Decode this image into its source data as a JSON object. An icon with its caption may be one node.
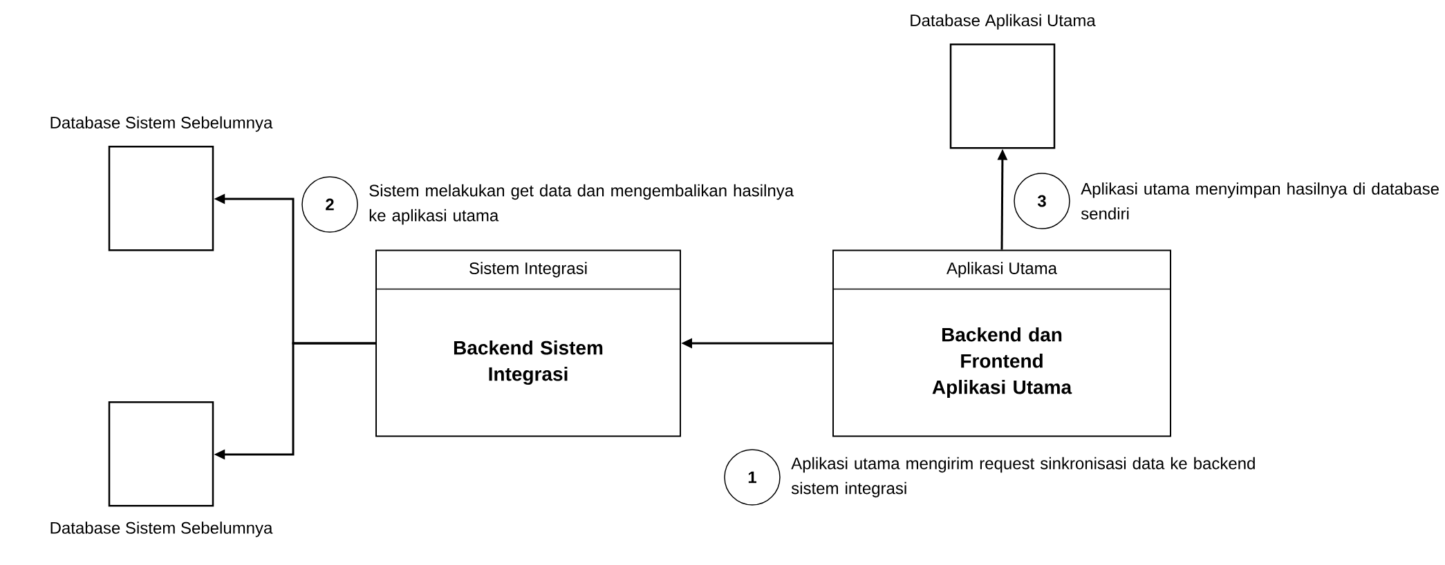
{
  "diagram": {
    "nodes": [
      {
        "text": [
          "Database Aplikasi Utama"
        ]
      },
      {
        "text": [
          "Database Sistem Sebelumnya"
        ]
      },
      {
        "text": [
          "2"
        ],
        "beside": [
          "Sistem melakukan get data dan mengembalikan hasilnya ke aplikasi utama"
        ]
      },
      {
        "text": [
          "3"
        ],
        "beside": [
          "Aplikasi utama menyimpan hasilnya di database sendiri"
        ]
      },
      {
        "text": [
          "Sistem Integrasi",
          "Backend Sistem Integrasi"
        ]
      },
      {
        "text": [
          "Aplikasi Utama",
          "Backend dan Frontend Aplikasi Utama"
        ]
      },
      {
        "text": [
          "Database Sistem Sebelumnya"
        ]
      },
      {
        "text": [
          "1"
        ],
        "beside": [
          "Aplikasi utama mengirim request sinkronisasi data ke backend sistem integrasi"
        ]
      }
    ],
    "edges": [
      {
        "from": 5,
        "to": 4,
        "arrow": "to"
      },
      {
        "from": 4,
        "to": 1,
        "arrow": "to"
      },
      {
        "from": 4,
        "to": 6,
        "arrow": "to"
      },
      {
        "from": 5,
        "to": 0,
        "arrow": "to"
      }
    ]
  }
}
